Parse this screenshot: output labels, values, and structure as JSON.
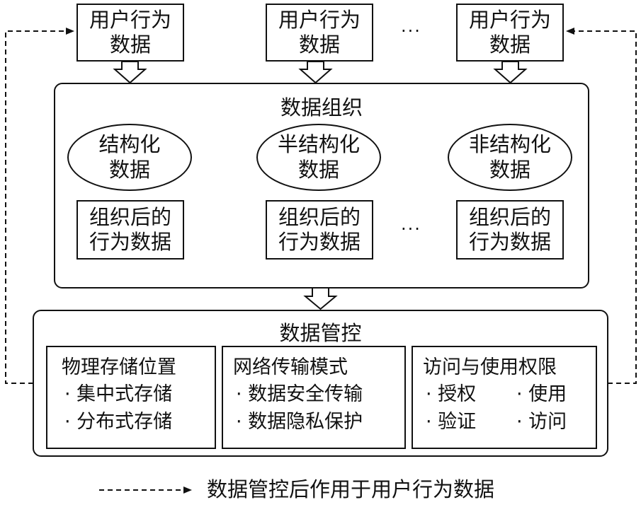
{
  "sources": [
    {
      "line1": "用户行为",
      "line2": "数据"
    },
    {
      "line1": "用户行为",
      "line2": "数据"
    },
    {
      "line1": "用户行为",
      "line2": "数据"
    }
  ],
  "ellipsis": "···",
  "organization": {
    "title": "数据组织",
    "types": [
      {
        "line1": "结构化",
        "line2": "数据"
      },
      {
        "line1": "半结构化",
        "line2": "数据"
      },
      {
        "line1": "非结构化",
        "line2": "数据"
      }
    ],
    "results": [
      {
        "line1": "组织后的",
        "line2": "行为数据"
      },
      {
        "line1": "组织后的",
        "line2": "行为数据"
      },
      {
        "line1": "组织后的",
        "line2": "行为数据"
      }
    ]
  },
  "control": {
    "title": "数据管控",
    "panels": [
      {
        "heading": "物理存储位置",
        "items": [
          "· 集中式存储",
          "· 分布式存储"
        ]
      },
      {
        "heading": "网络传输模式",
        "items": [
          "· 数据安全传输",
          "· 数据隐私保护"
        ]
      },
      {
        "heading": "访问与使用权限",
        "items": [
          "· 授权",
          "· 使用",
          "· 验证",
          "· 访问"
        ]
      }
    ]
  },
  "legend": {
    "text": "数据管控后作用于用户行为数据"
  }
}
